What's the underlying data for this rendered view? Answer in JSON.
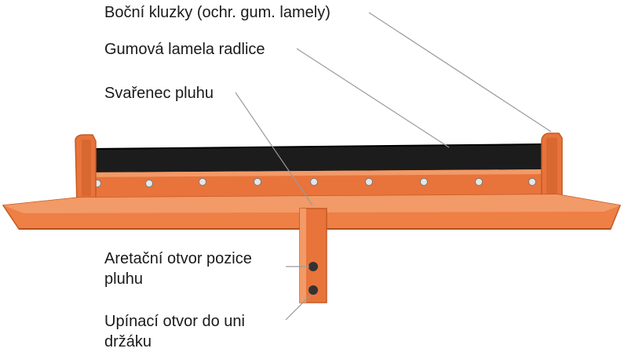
{
  "labels": [
    "Boční kluzky (ochr. gum. lamely)",
    "Gumová lamela radlice",
    "Svařenec pluhu",
    "Aretační otvor pozice pluhu",
    "Upínací otvor do uni držáku"
  ],
  "colors": {
    "plow_orange": "#e8743b",
    "plow_orange_dark": "#c65a24",
    "plow_orange_light": "#f29a68",
    "rubber_blade": "#1c1c1c",
    "leader_line": "#9a9a9a",
    "text": "#1a1a1a"
  }
}
